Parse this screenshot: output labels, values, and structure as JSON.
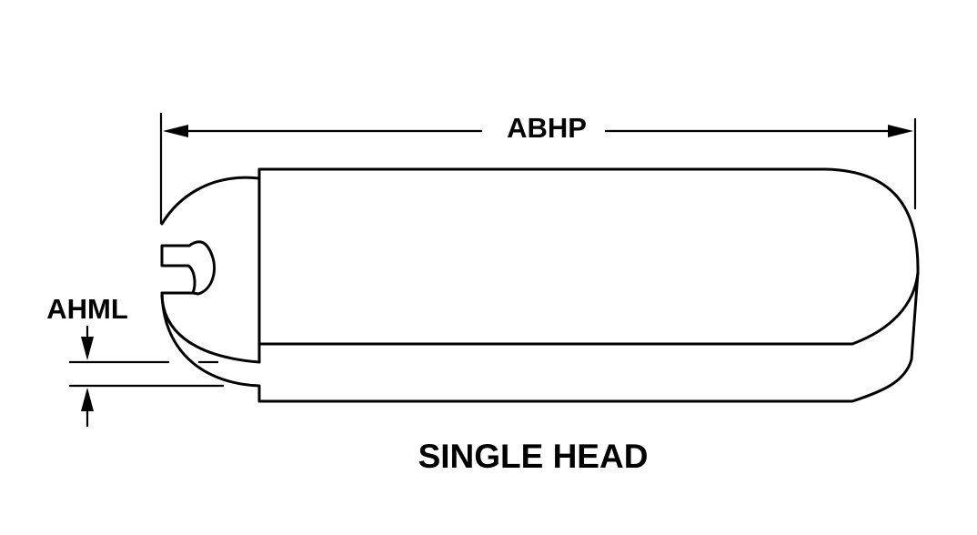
{
  "dimensions": {
    "overall_length_label": "ABHP",
    "head_height_label": "AHML"
  },
  "caption": "SINGLE HEAD",
  "colors": {
    "line": "#000000",
    "background": "#ffffff"
  }
}
